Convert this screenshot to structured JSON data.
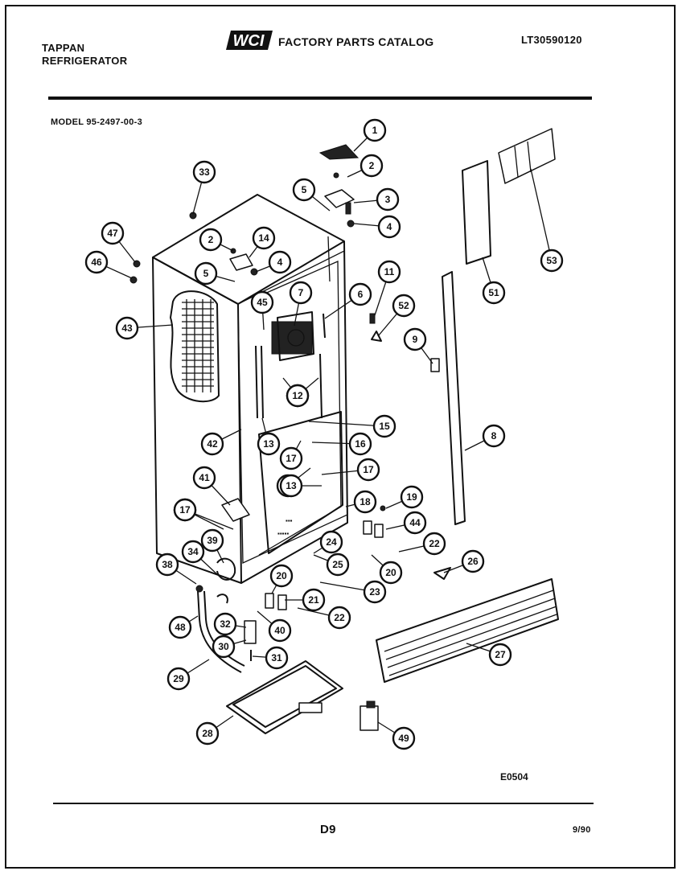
{
  "header": {
    "brand": "TAPPAN",
    "product": "REFRIGERATOR",
    "logo_text": "WCI",
    "catalog_title": "FACTORY PARTS CATALOG",
    "catalog_number": "LT30590120",
    "model": "MODEL 95-2497-00-3"
  },
  "diagram": {
    "callouts": [
      "1",
      "2",
      "3",
      "4",
      "5",
      "2",
      "14",
      "4",
      "5",
      "33",
      "47",
      "46",
      "43",
      "45",
      "7",
      "6",
      "11",
      "52",
      "9",
      "12",
      "12",
      "13",
      "15",
      "42",
      "13",
      "16",
      "17",
      "17",
      "13",
      "17",
      "18",
      "19",
      "44",
      "22",
      "41",
      "17",
      "39",
      "34",
      "24",
      "25",
      "20",
      "38",
      "20",
      "21",
      "22",
      "23",
      "26",
      "48",
      "32",
      "30",
      "40",
      "31",
      "29",
      "28",
      "27",
      "49",
      "8",
      "51",
      "53"
    ],
    "figure_code": "E0504"
  },
  "footer": {
    "page": "D9",
    "date": "9/90"
  }
}
